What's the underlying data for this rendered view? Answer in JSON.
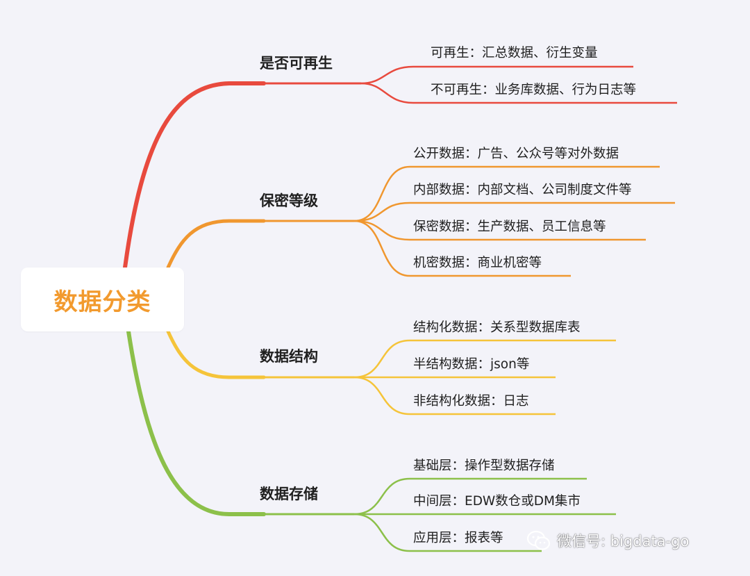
{
  "root": {
    "label": "数据分类"
  },
  "branches": [
    {
      "label": "是否可再生",
      "color": "#e84a3e",
      "children": [
        "可再生：汇总数据、衍生变量",
        "不可再生：业务库数据、行为日志等"
      ]
    },
    {
      "label": "保密等级",
      "color": "#f0972f",
      "children": [
        "公开数据：广告、公众号等对外数据",
        "内部数据：内部文档、公司制度文件等",
        "保密数据：生产数据、员工信息等",
        "机密数据：商业机密等"
      ]
    },
    {
      "label": "数据结构",
      "color": "#f5c43a",
      "children": [
        "结构化数据：关系型数据库表",
        "半结构数据：json等",
        "非结构化数据：日志"
      ]
    },
    {
      "label": "数据存储",
      "color": "#8cc04a",
      "children": [
        "基础层：操作型数据存储",
        "中间层：EDW数仓或DM集市",
        "应用层：报表等"
      ]
    }
  ],
  "watermark": {
    "text": "微信号: bigdata-go",
    "icon": "wechat-icon"
  }
}
